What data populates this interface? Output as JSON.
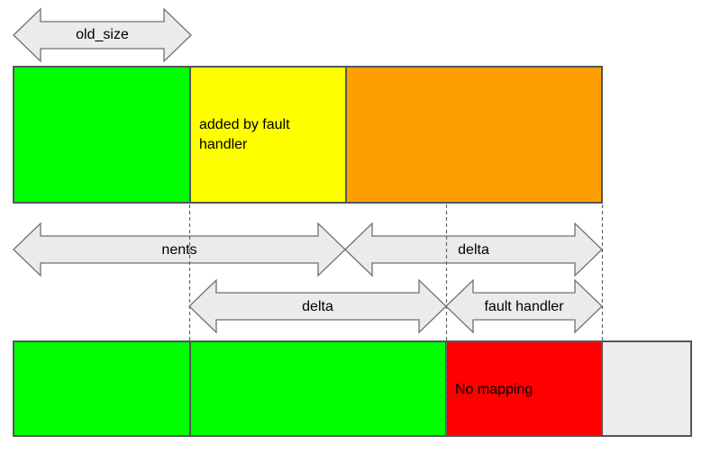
{
  "colors": {
    "green": "#00FF00",
    "yellow": "#FFFF00",
    "orange": "#FF9E00",
    "red": "#FF0000",
    "light_gray": "#EDEDED",
    "arrow_fill": "#EBEBEB",
    "arrow_stroke": "#707070",
    "bar_stroke": "#55575A",
    "dash_stroke": "#666666",
    "text": "#000000"
  },
  "diagram": {
    "old_size_arrow": {
      "label": "old_size"
    },
    "top_bar": {
      "green_segment": {
        "color": "#00FF00"
      },
      "yellow_segment": {
        "color": "#FFFF00",
        "label": "added by fault handler"
      },
      "orange_segment": {
        "color": "#FF9E00"
      }
    },
    "measure_row_1": {
      "nents_arrow": {
        "label": "nents"
      },
      "delta_arrow": {
        "label": "delta"
      }
    },
    "measure_row_2": {
      "delta_arrow": {
        "label": "delta"
      },
      "fault_handler_arrow": {
        "label": "fault handler"
      }
    },
    "bottom_bar": {
      "green_segment_left": {
        "color": "#00FF00"
      },
      "green_segment_right": {
        "color": "#00FF00"
      },
      "red_segment": {
        "color": "#FF0000",
        "label": "No mapping"
      },
      "gray_segment": {
        "color": "#EDEDED"
      }
    }
  }
}
